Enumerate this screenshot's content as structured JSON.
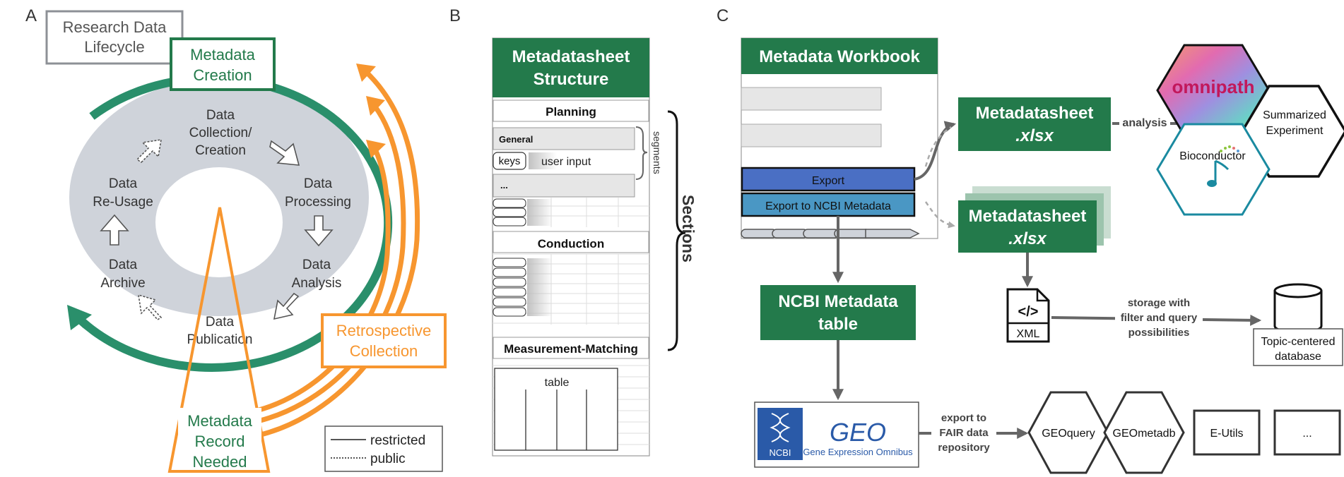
{
  "panel_a": {
    "letter": "A",
    "lifecycle_title": [
      "Research Data",
      "Lifecycle"
    ],
    "metadata_creation": [
      "Metadata",
      "Creation"
    ],
    "retrospective": [
      "Retrospective",
      "Collection"
    ],
    "record_needed": [
      "Metadata",
      "Record",
      "Needed"
    ],
    "steps": {
      "collection": [
        "Data",
        "Collection/",
        "Creation"
      ],
      "processing": [
        "Data",
        "Processing"
      ],
      "analysis": [
        "Data",
        "Analysis"
      ],
      "publication": [
        "Data",
        "Publication"
      ],
      "archive": [
        "Data",
        "Archive"
      ],
      "reusage": [
        "Data",
        "Re-Usage"
      ]
    },
    "legend": {
      "restricted": "restricted",
      "public": "public"
    }
  },
  "panel_b": {
    "letter": "B",
    "title": [
      "Metadatasheet",
      "Structure"
    ],
    "planning": "Planning",
    "general": "General",
    "keys": "keys",
    "user_input": "user input",
    "ellipsis": "...",
    "segments": "segments",
    "conduction": "Conduction",
    "measurement": "Measurement-Matching",
    "table": "table",
    "sections": "Sections"
  },
  "panel_c": {
    "letter": "C",
    "workbook_title": "Metadata Workbook",
    "export": "Export",
    "export_ncbi": "Export to NCBI Metadata",
    "sheet1": [
      "Metadatasheet",
      ".xlsx"
    ],
    "sheet2": [
      "Metadatasheet",
      ".xlsx"
    ],
    "analysis": "analysis",
    "omnipath": "omnipath",
    "summarized": [
      "Summarized",
      "Experiment"
    ],
    "bioconductor": "Bioconductor",
    "xml": "XML",
    "storage": [
      "storage with",
      "filter and query",
      "possibilities"
    ],
    "database": [
      "Topic-centered",
      "database"
    ],
    "ncbi_table": [
      "NCBI Metadata",
      "table"
    ],
    "ncbi_logo": "NCBI",
    "geo_logo": "GEO",
    "geo_sub": "Gene Expression Omnibus",
    "export_fair": [
      "export to",
      "FAIR data",
      "repository"
    ],
    "tools": [
      "GEOquery",
      "GEOmetadb",
      "E-Utils",
      "..."
    ]
  },
  "colors": {
    "green": "#237a4b",
    "teal": "#2a8f6b",
    "orange": "#f7962f",
    "grey_ring": "#cfd3da",
    "export_blue": "#4a6fc4",
    "export_ncbi_blue": "#4a97c4"
  }
}
